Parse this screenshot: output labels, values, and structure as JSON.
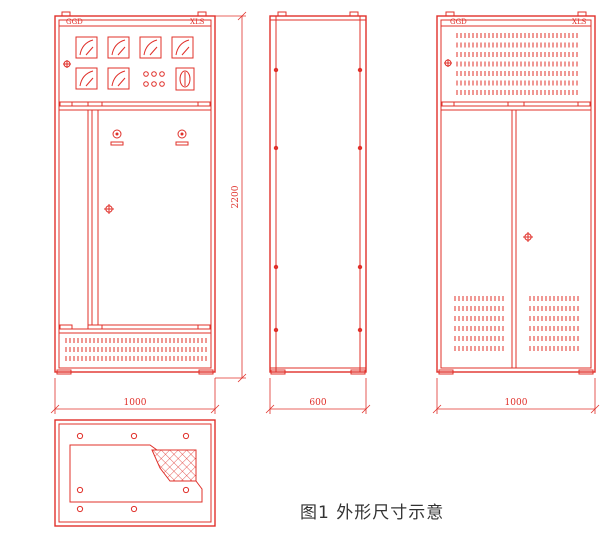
{
  "title": "图1 外形尺寸示意",
  "dimensions": {
    "front_width": "1000",
    "side_depth": "600",
    "rear_width": "1000",
    "height": "2200"
  },
  "nameplates": {
    "front_left": "GGD",
    "front_right": "XLS",
    "rear_left": "GGD",
    "rear_right": "XLS"
  },
  "colors": {
    "line": "#e0302a",
    "caption": "#333333",
    "background": "#ffffff"
  }
}
